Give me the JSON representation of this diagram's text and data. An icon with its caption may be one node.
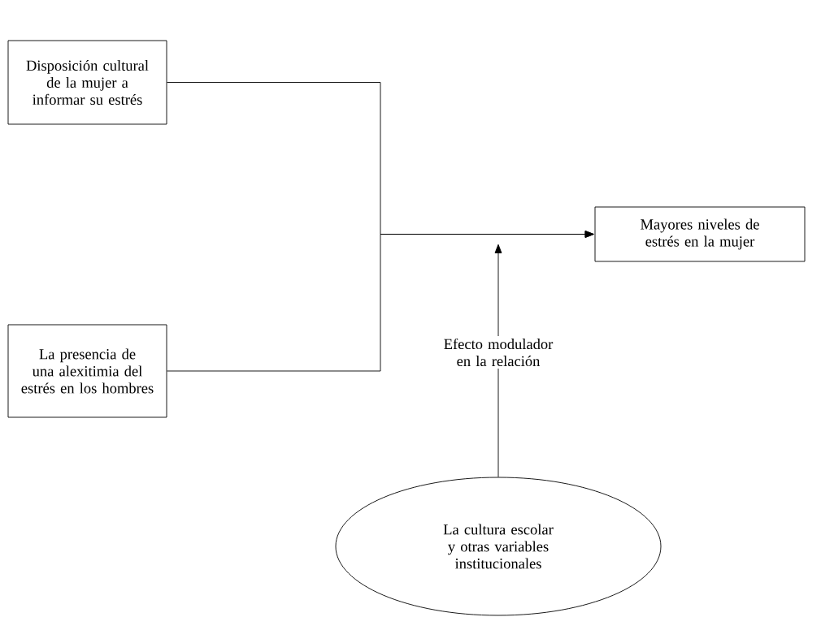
{
  "diagram": {
    "nodes": [
      {
        "text": [
          "Disposición cultural de la mujer a informar su estrés"
        ]
      },
      {
        "text": [
          "La presencia de una alexitimia del estrés en los hombres"
        ]
      },
      {
        "text": [
          "Mayores niveles de estrés en la mujer"
        ]
      },
      {
        "text": [
          "La cultura escolar y otras variables institucionales"
        ]
      }
    ],
    "edges": [
      {
        "from": 0,
        "to": 2,
        "arrow": "to"
      },
      {
        "from": 1,
        "to": 2,
        "arrow": "to"
      },
      {
        "from": 3,
        "to": null,
        "arrow": "to",
        "label": "Efecto modulador en la relación"
      }
    ]
  }
}
